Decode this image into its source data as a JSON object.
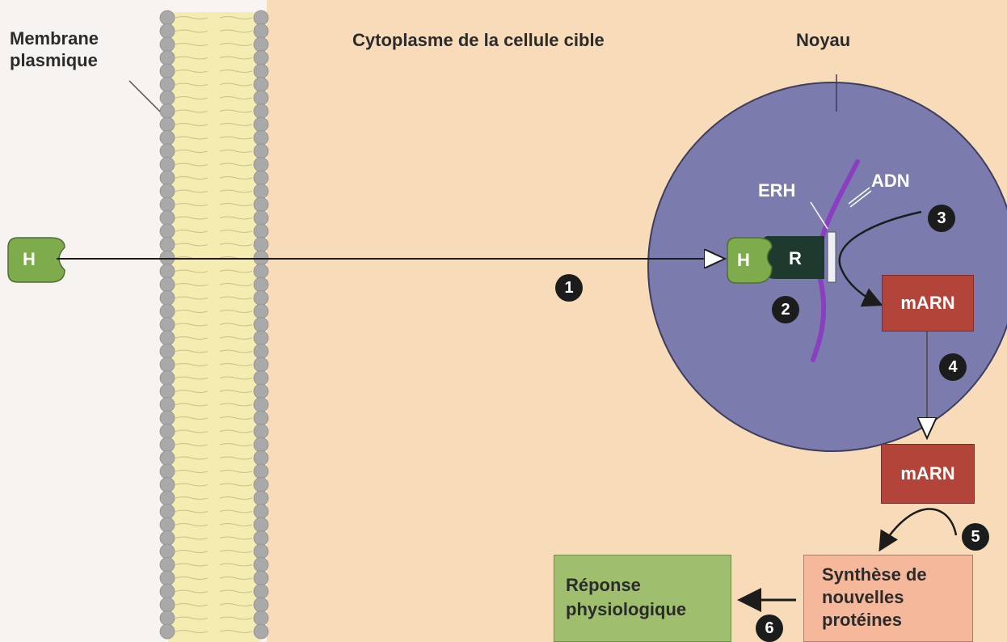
{
  "labels": {
    "membrane": "Membrane plasmique",
    "cytoplasm": "Cytoplasme de la cellule cible",
    "nucleus": "Noyau",
    "erh": "ERH",
    "adn": "ADN"
  },
  "molecules": {
    "hormone": "H",
    "receptor": "R"
  },
  "boxes": {
    "marn_nucleus": "mARN",
    "marn_cytoplasm": "mARN",
    "synthesis_line1": "Synthèse de",
    "synthesis_line2": "nouvelles",
    "synthesis_line3": "protéines",
    "response_line1": "Réponse",
    "response_line2": "physiologique"
  },
  "steps": [
    "1",
    "2",
    "3",
    "4",
    "5",
    "6"
  ],
  "colors": {
    "cytoplasm": "#f8dcb9",
    "nucleus": "#7b7bae",
    "membrane_heads": "#a9a9a9",
    "membrane_tails": "#f4ecb0",
    "hormone": "#7eac4c",
    "receptor": "#1e3a2e",
    "dna": "#8a3fc0",
    "marn": "#b3443a",
    "synthesis": "#f5b89a",
    "response": "#9fbf6f"
  }
}
